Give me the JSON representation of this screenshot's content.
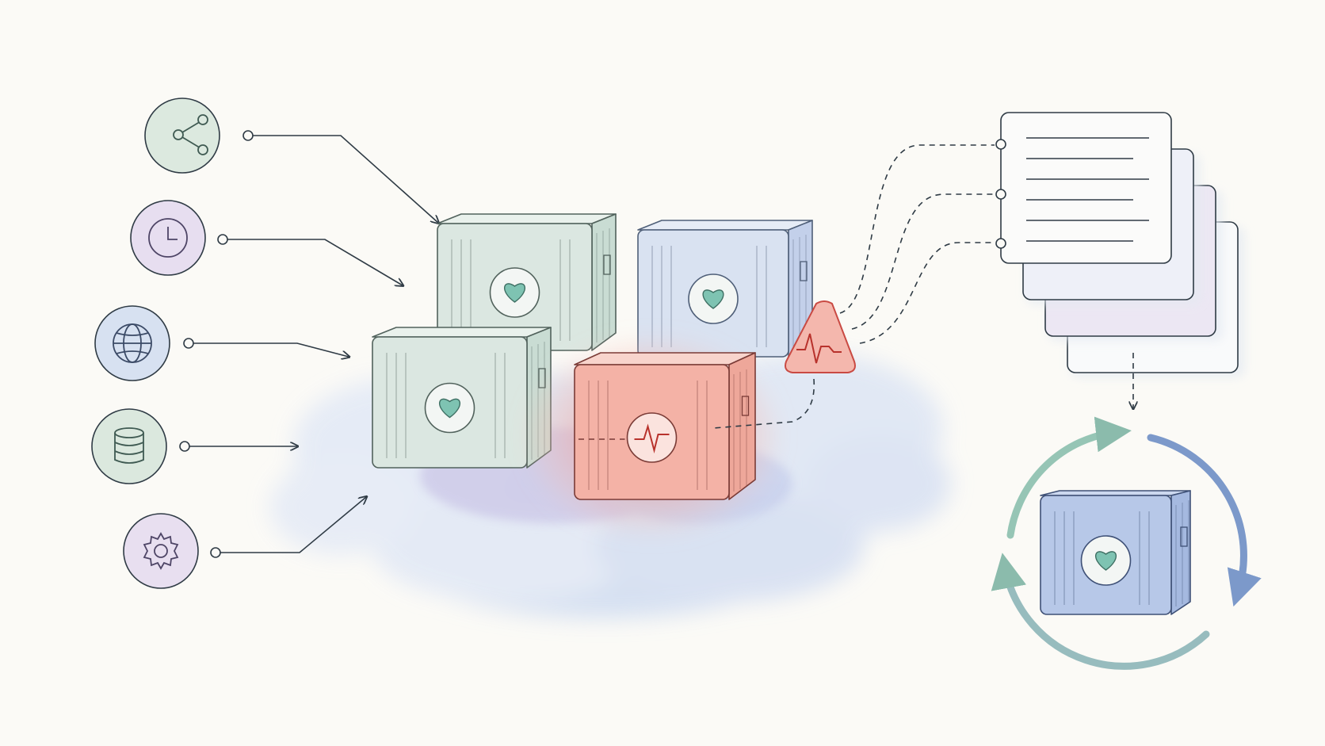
{
  "colors": {
    "background": "#fbfaf6",
    "ink": "#2f3b45",
    "sage": "#d7e6dc",
    "sage_deep": "#a9c8b6",
    "lavender": "#e4dbef",
    "lavender_deep": "#b8a7d1",
    "sky": "#d6e2f2",
    "sky_deep": "#8fa8d4",
    "alert": "#e0574f",
    "alert_soft": "#f6c5bd",
    "heart": "#7ec3b2",
    "cloud": "#dde6f5"
  },
  "inputs": [
    {
      "icon": "share-nodes-icon",
      "tint": "sage"
    },
    {
      "icon": "clock-icon",
      "tint": "lavender"
    },
    {
      "icon": "globe-icon",
      "tint": "sky"
    },
    {
      "icon": "database-icon",
      "tint": "sage"
    },
    {
      "icon": "gear-icon",
      "tint": "lavender"
    }
  ],
  "containers": [
    {
      "name": "container-back-left",
      "tint": "sage",
      "status_icon": "heart-icon",
      "status": "healthy"
    },
    {
      "name": "container-back-right",
      "tint": "sky",
      "status_icon": "heart-icon",
      "status": "healthy"
    },
    {
      "name": "container-front-left",
      "tint": "sage",
      "status_icon": "heart-icon",
      "status": "healthy"
    },
    {
      "name": "container-front-right",
      "tint": "alert",
      "status_icon": "pulse-icon",
      "status": "failing"
    }
  ],
  "alert": {
    "icon": "warning-pulse-icon"
  },
  "log_documents": {
    "count": 4,
    "lines_per_doc": 6
  },
  "restart_cycle": {
    "icon": "circular-arrows-icon",
    "container_status_icon": "heart-icon"
  }
}
